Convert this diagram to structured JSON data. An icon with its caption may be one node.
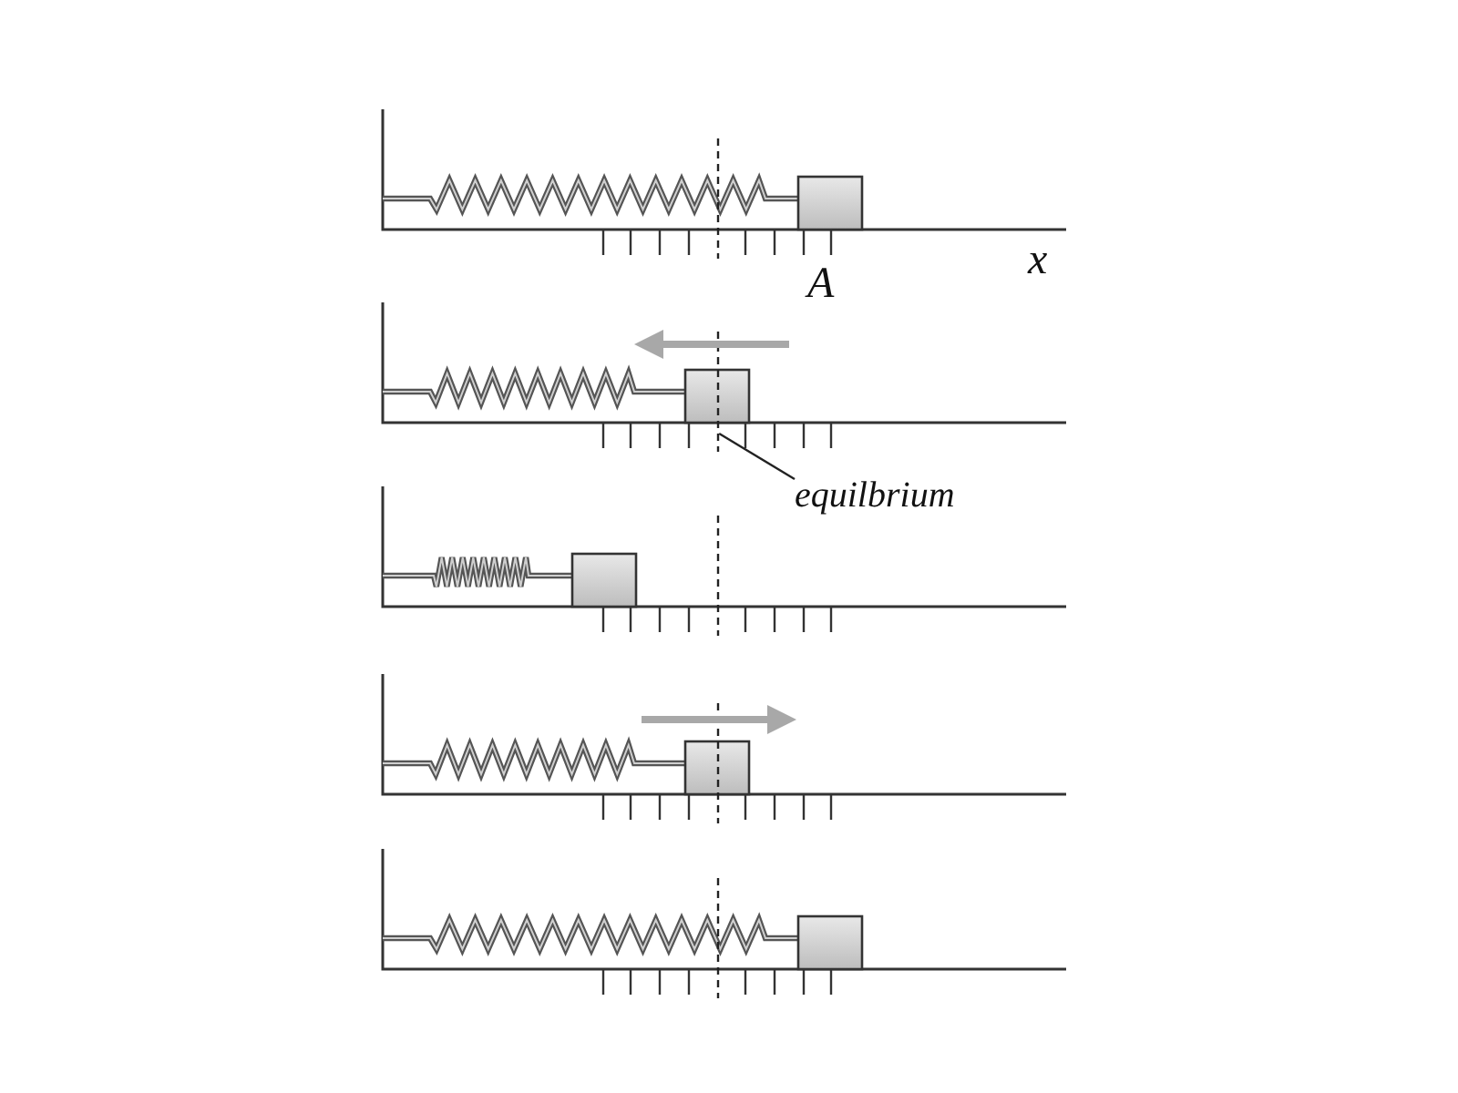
{
  "diagram": {
    "nodes": [
      {
        "text": [
          "equilbrium"
        ]
      },
      {
        "text": [],
        "shape": "line"
      }
    ],
    "edges": [
      {
        "from": 0,
        "to": 1,
        "arrow": "none"
      }
    ],
    "labels": [
      "x",
      "A"
    ]
  }
}
